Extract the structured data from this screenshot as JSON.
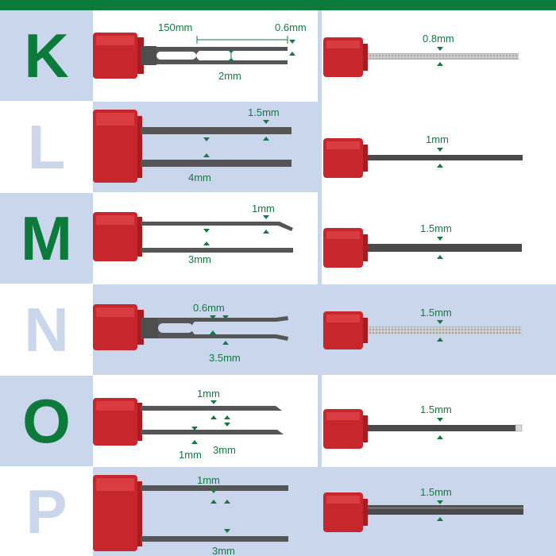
{
  "colors": {
    "brand_green": "#0b7a3b",
    "label_green": "#147a40",
    "light_blue": "#c9d6ec",
    "handle_red": "#c8262d"
  },
  "rows": [
    {
      "letter": "K",
      "letter_color": "#0b7a3b",
      "letter_bg": "#c9d6ec",
      "tone": "white",
      "left": {
        "tool": "fork-slot-tool",
        "labels": [
          "150mm",
          "0.6mm",
          "2mm"
        ]
      },
      "right": {
        "tool": "diamond-file-thin",
        "labels": [
          "0.8mm"
        ]
      }
    },
    {
      "letter": "L",
      "letter_color": "#c9d6ec",
      "letter_bg": "#ffffff",
      "tone": "blue",
      "left": {
        "tool": "double-prong-flat",
        "labels": [
          "1.5mm",
          "4mm"
        ]
      },
      "right": {
        "tool": "square-rod",
        "labels": [
          "1mm"
        ]
      }
    },
    {
      "letter": "M",
      "letter_color": "#0b7a3b",
      "letter_bg": "#c9d6ec",
      "tone": "white",
      "left": {
        "tool": "double-prong-hook",
        "labels": [
          "1mm",
          "3mm"
        ]
      },
      "right": {
        "tool": "square-rod",
        "labels": [
          "1.5mm"
        ]
      }
    },
    {
      "letter": "N",
      "letter_color": "#c9d6ec",
      "letter_bg": "#ffffff",
      "tone": "blue",
      "left": {
        "tool": "fork-slot-bent",
        "labels": [
          "0.6mm",
          "3.5mm"
        ]
      },
      "right": {
        "tool": "diamond-file",
        "labels": [
          "1.5mm"
        ]
      }
    },
    {
      "letter": "O",
      "letter_color": "#0b7a3b",
      "letter_bg": "#c9d6ec",
      "tone": "white",
      "left": {
        "tool": "double-prong-chisel",
        "labels": [
          "1mm",
          "1mm",
          "3mm"
        ]
      },
      "right": {
        "tool": "square-rod-tip",
        "labels": [
          "1.5mm"
        ]
      }
    },
    {
      "letter": "P",
      "letter_color": "#c9d6ec",
      "letter_bg": "#ffffff",
      "tone": "blue",
      "left": {
        "tool": "double-prong-wide",
        "labels": [
          "1mm",
          "3mm"
        ]
      },
      "right": {
        "tool": "flat-rod",
        "labels": [
          "1.5mm"
        ]
      }
    }
  ]
}
